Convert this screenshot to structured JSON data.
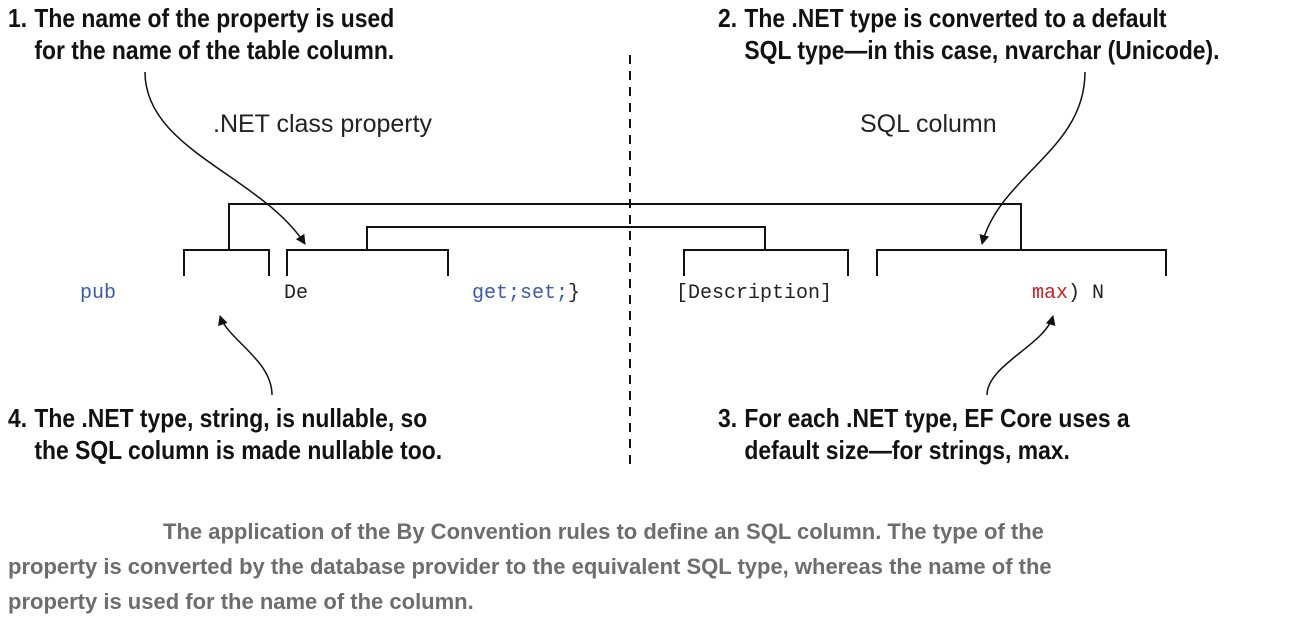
{
  "notes": [
    {
      "num": "1.",
      "line1": "The name of the property is used",
      "line2": "for the name of the table column."
    },
    {
      "num": "2.",
      "line1": "The .NET type is converted to a default",
      "line2": "SQL type—in this case, nvarchar (Unicode)."
    },
    {
      "num": "3.",
      "line1": "For each .NET type, EF Core uses a",
      "line2": "default size—for strings, max."
    },
    {
      "num": "4.",
      "line1": "The .NET type, string, is nullable, so",
      "line2": "the SQL column is made nullable too."
    }
  ],
  "headers": {
    "net": ".NET class property",
    "sql": "SQL column"
  },
  "code": {
    "pub": "pub",
    "de": "De",
    "getset": "get;set;",
    "brace": "}",
    "description": "[Description]",
    "max": "max",
    "paren": ")",
    "n": "N"
  },
  "caption": {
    "line1": "The application of the By Convention rules to define an SQL column. The type of the",
    "line2": "property is converted by the database provider to the equivalent SQL type, whereas the name of the",
    "line3": "property is used for the name of the column."
  }
}
